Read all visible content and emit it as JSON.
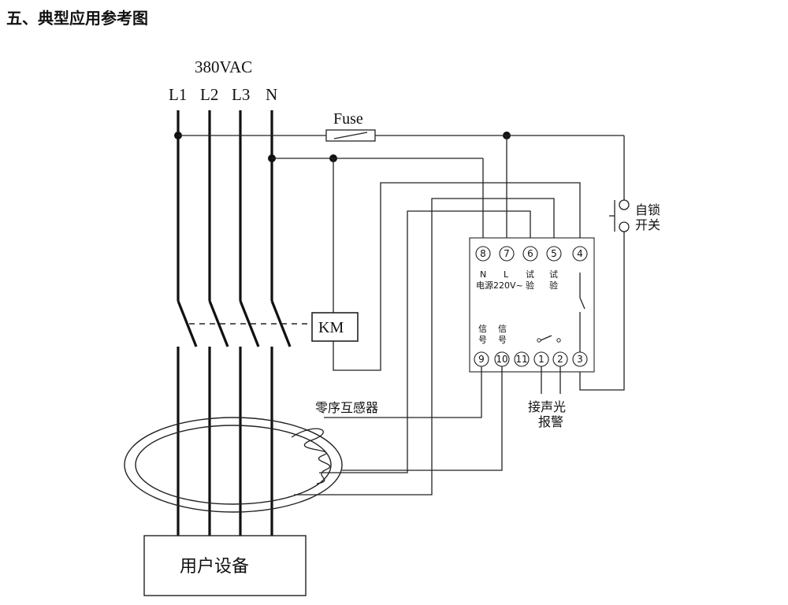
{
  "title": "五、典型应用参考图",
  "supply": {
    "voltage": "380VAC",
    "lines": [
      "L1",
      "L2",
      "L3",
      "N"
    ]
  },
  "fuse_label": "Fuse",
  "contactor_label": "KM",
  "latch_switch": [
    "自锁",
    "开关"
  ],
  "ct_label": "零序互感器",
  "load_label": "用户设备",
  "module": {
    "top_terminals": [
      "8",
      "7",
      "6",
      "5",
      "4"
    ],
    "bottom_terminals": [
      "9",
      "10",
      "11",
      "1",
      "2",
      "3"
    ],
    "label_n": "N",
    "label_l": "L",
    "power_label": "电源220V~",
    "test_a": [
      "试",
      "验"
    ],
    "test_b": [
      "试",
      "验"
    ],
    "signal_a": [
      "信",
      "号"
    ],
    "signal_b": [
      "信",
      "号"
    ]
  },
  "alarm_label": [
    "接声光",
    "报警"
  ]
}
